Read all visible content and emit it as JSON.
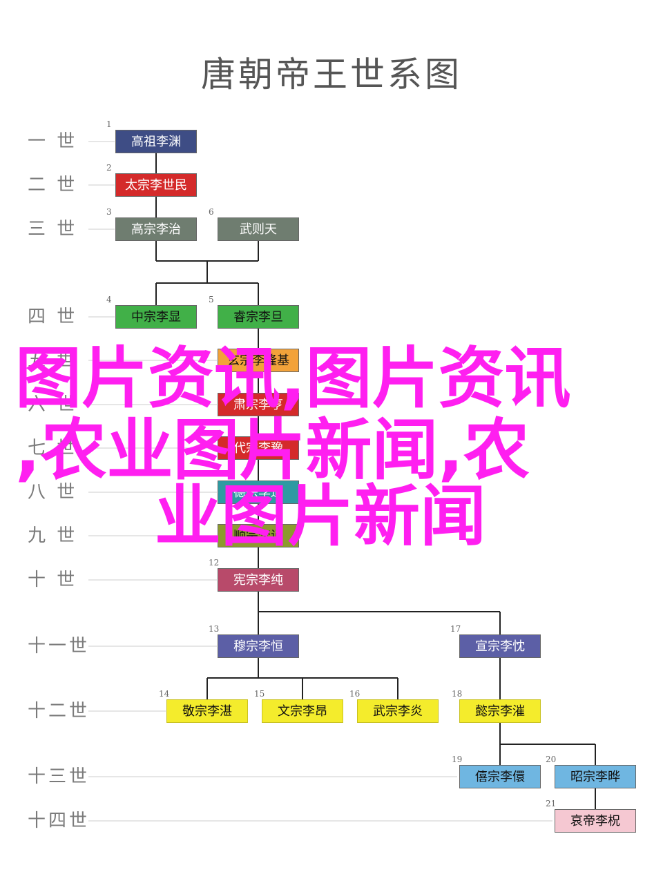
{
  "title": "唐朝帝王世系图",
  "generations": [
    "一 世",
    "二 世",
    "三 世",
    "四 世",
    "五 世",
    "六 世",
    "七 世",
    "八 世",
    "九 世",
    "十 世",
    "十一世",
    "十二世",
    "十三世",
    "十四世"
  ],
  "emperors": [
    {
      "n": "1",
      "name": "高祖李渊"
    },
    {
      "n": "2",
      "name": "太宗李世民"
    },
    {
      "n": "3",
      "name": "高宗李治"
    },
    {
      "n": "6",
      "name": "武则天"
    },
    {
      "n": "4",
      "name": "中宗李显"
    },
    {
      "n": "5",
      "name": "睿宗李旦"
    },
    {
      "n": "",
      "name": "玄宗李隆基"
    },
    {
      "n": "",
      "name": "肃宗李亨"
    },
    {
      "n": "",
      "name": "代宗李豫"
    },
    {
      "n": "",
      "name": "德宗李适"
    },
    {
      "n": "",
      "name": "顺宗李诵"
    },
    {
      "n": "12",
      "name": "宪宗李纯"
    },
    {
      "n": "13",
      "name": "穆宗李恒"
    },
    {
      "n": "17",
      "name": "宣宗李忱"
    },
    {
      "n": "14",
      "name": "敬宗李湛"
    },
    {
      "n": "15",
      "name": "文宗李昂"
    },
    {
      "n": "16",
      "name": "武宗李炎"
    },
    {
      "n": "18",
      "name": "懿宗李漼"
    },
    {
      "n": "19",
      "name": "僖宗李儇"
    },
    {
      "n": "20",
      "name": "昭宗李晔"
    },
    {
      "n": "21",
      "name": "哀帝李柷"
    }
  ],
  "watermark": {
    "line1": "图片资讯,图片资讯",
    "line2": ",农业图片新闻,农",
    "line3": "业图片新闻"
  },
  "colors": {
    "watermark": "#ff1ff0",
    "connector": "#222222",
    "guide": "#cccccc"
  }
}
